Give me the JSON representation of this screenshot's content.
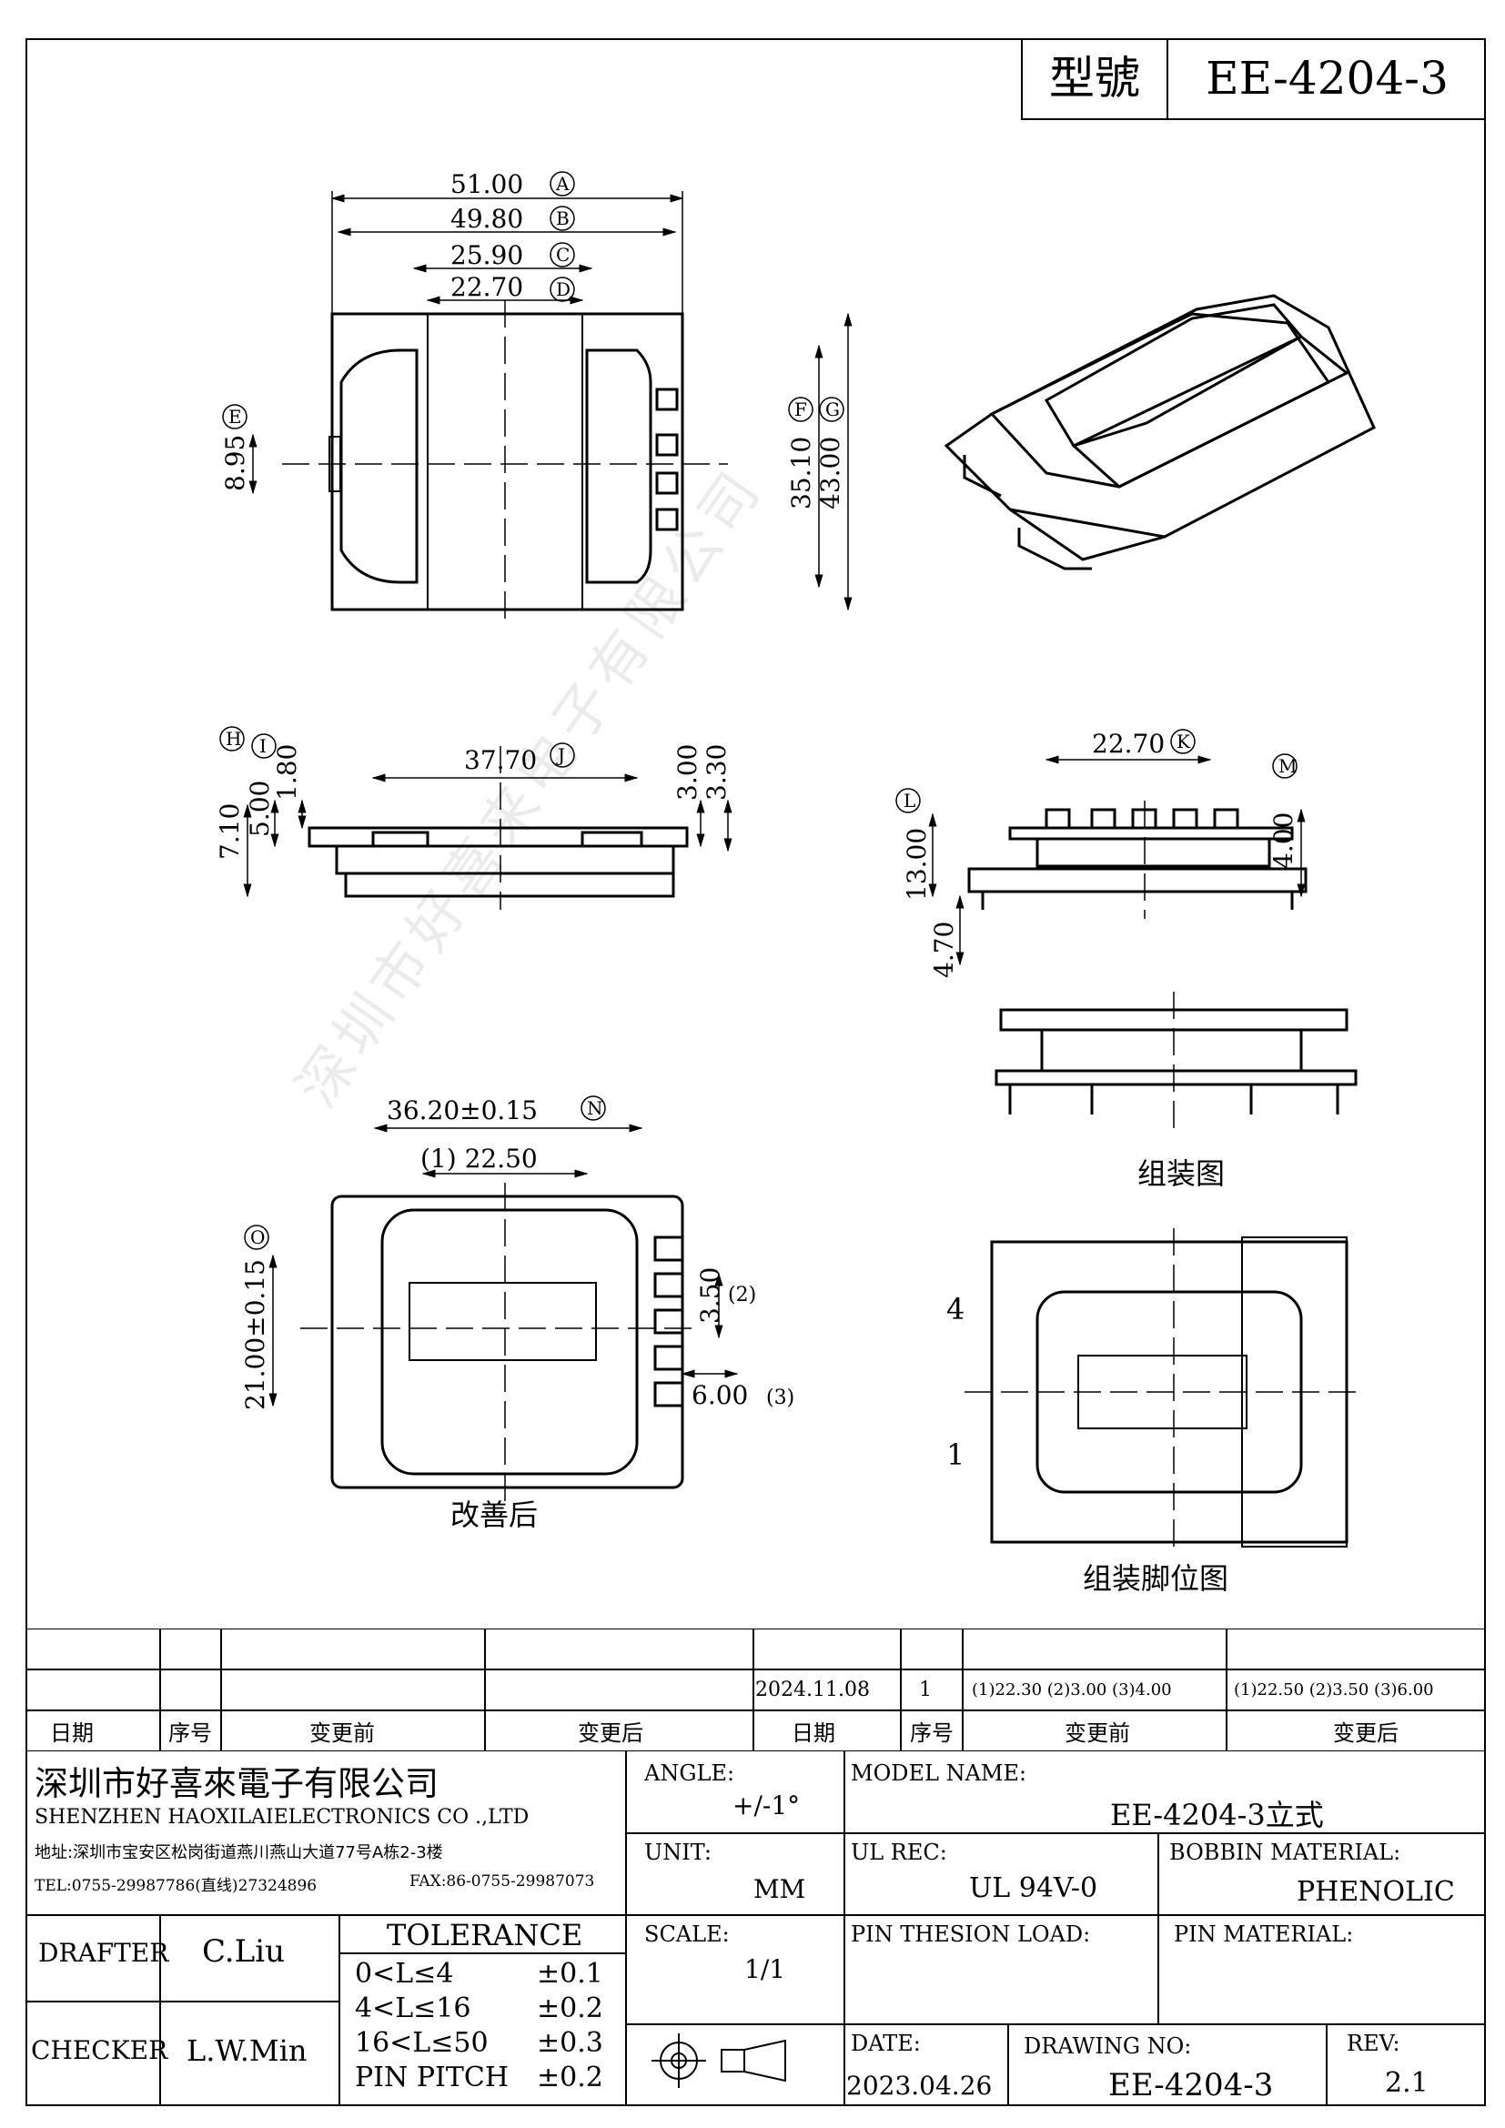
{
  "header": {
    "model_label": "型號",
    "model_value": "EE-4204-3"
  },
  "top_view": {
    "dims": [
      "51.00",
      "49.80",
      "25.90",
      "22.70",
      "8.95",
      "35.10",
      "43.00"
    ],
    "markers": [
      "A",
      "B",
      "C",
      "D",
      "E",
      "F",
      "G"
    ]
  },
  "side_view": {
    "dims": [
      "7.10",
      "5.00",
      "1.80",
      "37.70",
      "3.00",
      "3.30"
    ],
    "markers": [
      "H",
      "I",
      "J"
    ]
  },
  "end_view": {
    "dims": [
      "22.70",
      "13.00",
      "4.00",
      "4.70"
    ],
    "markers": [
      "K",
      "L",
      "M"
    ]
  },
  "bottom_view": {
    "dims": [
      "36.20±0.15",
      "(1) 22.50",
      "21.00±0.15",
      "3.50",
      "(2)",
      "6.00",
      "(3)"
    ],
    "markers": [
      "N",
      "O"
    ],
    "caption": "改善后"
  },
  "assembly_caption": "组装图",
  "pin_view": {
    "pin_labels": [
      "4",
      "1"
    ],
    "caption": "组装脚位图"
  },
  "watermark": "深圳市好喜来电子有限公司",
  "revision_table": {
    "headers": [
      "日期",
      "序号",
      "变更前",
      "变更后",
      "日期",
      "序号",
      "变更前",
      "变更后"
    ],
    "row": {
      "date": "2024.11.08",
      "seq": "1",
      "before": "(1)22.30 (2)3.00 (3)4.00",
      "after": "(1)22.50 (2)3.50 (3)6.00"
    }
  },
  "company": {
    "name_cn": "深圳市好喜來電子有限公司",
    "name_en": "SHENZHEN HAOXILAIELECTRONICS CO .,LTD",
    "address": "地址:深圳市宝安区松岗街道燕川燕山大道77号A栋2-3楼",
    "tel": "TEL:0755-29987786(直线)27324896",
    "fax": "FAX:86-0755-29987073"
  },
  "title_block": {
    "angle_label": "ANGLE:",
    "angle_value": "+/-1°",
    "unit_label": "UNIT:",
    "unit_value": "MM",
    "scale_label": "SCALE:",
    "scale_value": "1/1",
    "model_name_label": "MODEL NAME:",
    "model_name_value": "EE-4204-3立式",
    "ul_label": "UL REC:",
    "ul_value": "UL 94V-0",
    "bobbin_label": "BOBBIN MATERIAL:",
    "bobbin_value": "PHENOLIC",
    "pin_load_label": "PIN THESION LOAD:",
    "pin_material_label": "PIN MATERIAL:",
    "date_label": "DATE:",
    "date_value": "2023.04.26",
    "drawing_no_label": "DRAWING NO:",
    "drawing_no_value": "EE-4204-3",
    "rev_label": "REV:",
    "rev_value": "2.1",
    "drafter_label": "DRAFTER",
    "drafter_value": "C.Liu",
    "checker_label": "CHECKER",
    "checker_value": "L.W.Min",
    "tolerance_title": "TOLERANCE",
    "tolerance_rows": [
      {
        "range": "0<L≤4",
        "value": "±0.1"
      },
      {
        "range": "4<L≤16",
        "value": "±0.2"
      },
      {
        "range": "16<L≤50",
        "value": "±0.3"
      },
      {
        "range": "PIN PITCH",
        "value": "±0.2"
      }
    ]
  }
}
